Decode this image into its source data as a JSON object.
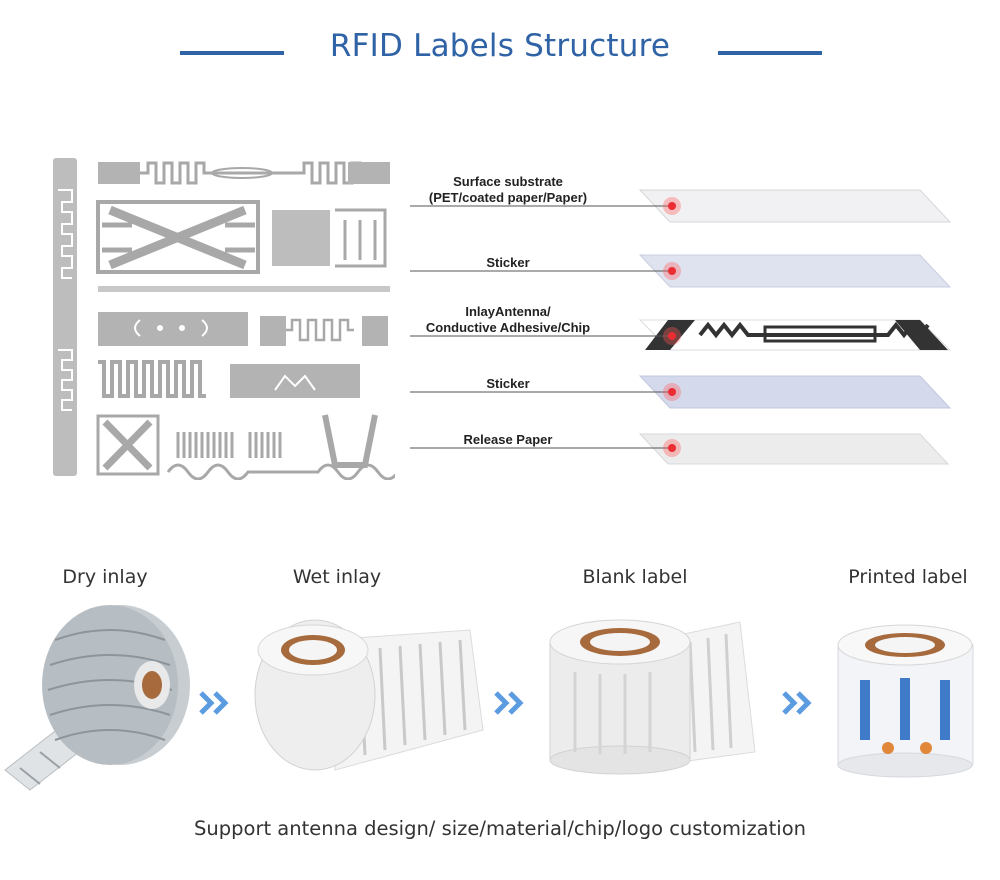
{
  "title": "RFID Labels Structure",
  "layers": [
    {
      "label_line1": "Surface substrate",
      "label_line2": "(PET/coated paper/Paper)"
    },
    {
      "label_line1": "Sticker",
      "label_line2": ""
    },
    {
      "label_line1": "InlayAntenna/",
      "label_line2": "Conductive Adhesive/Chip"
    },
    {
      "label_line1": "Sticker",
      "label_line2": ""
    },
    {
      "label_line1": "Release Paper",
      "label_line2": ""
    }
  ],
  "stages": [
    {
      "label": "Dry inlay"
    },
    {
      "label": "Wet inlay"
    },
    {
      "label": "Blank label"
    },
    {
      "label": "Printed label"
    }
  ],
  "footer": "Support antenna design/ size/material/chip/logo customization",
  "colors": {
    "accent": "#2f63a6",
    "arrow": "#5b9be0",
    "marker": "#e0141e",
    "antenna": "#9a9a9a"
  }
}
